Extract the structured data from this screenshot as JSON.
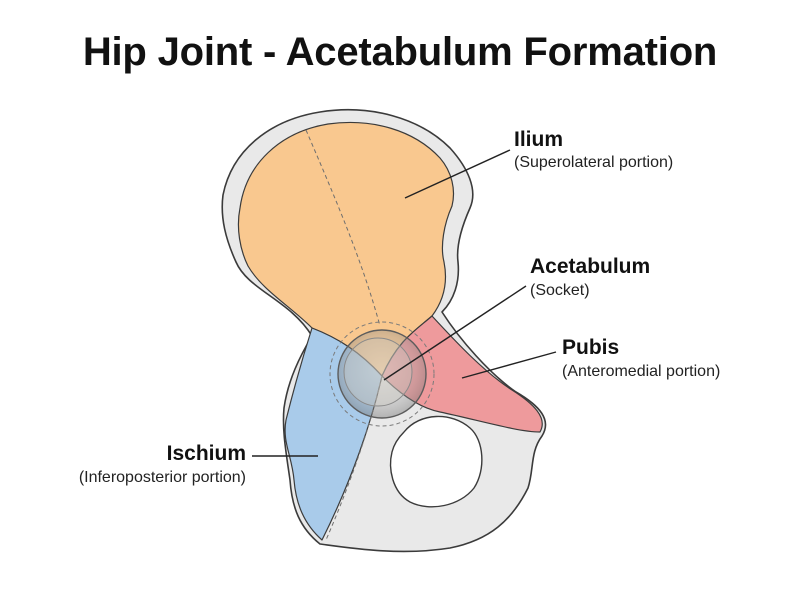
{
  "title": "Hip Joint - Acetabulum Formation",
  "colors": {
    "ilium": "#f9c88f",
    "ischium": "#a9cbea",
    "pubis": "#ee9a9c",
    "bone_outline": "#e9e9e9",
    "stroke": "#3b3b3b",
    "socket": "#b9b9b9"
  },
  "labels": {
    "ilium": {
      "name": "Ilium",
      "sub": "(Superolateral portion)"
    },
    "acetabulum": {
      "name": "Acetabulum",
      "sub": "(Socket)"
    },
    "pubis": {
      "name": "Pubis",
      "sub": "(Anteromedial portion)"
    },
    "ischium": {
      "name": "Ischium",
      "sub": "(Inferoposterior portion)"
    }
  }
}
